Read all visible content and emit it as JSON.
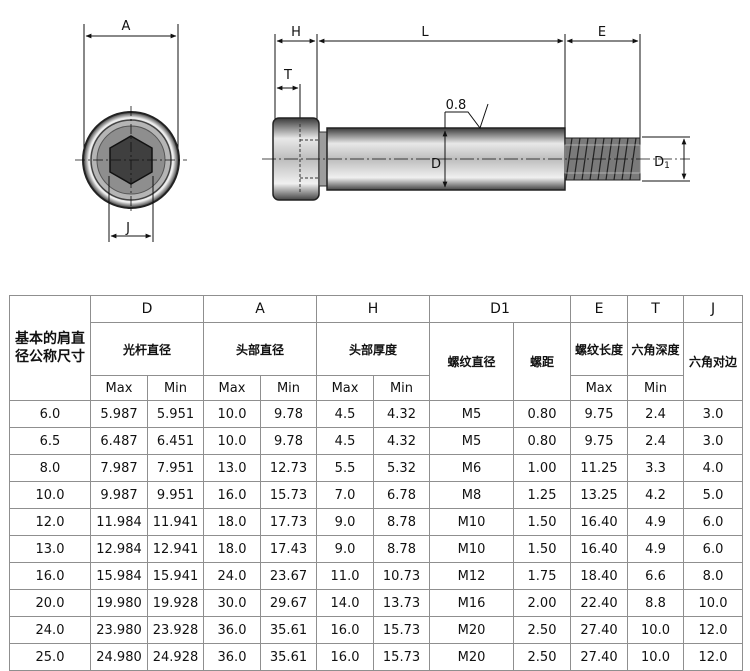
{
  "drawing": {
    "labels": {
      "A": "A",
      "J": "J",
      "H": "H",
      "L": "L",
      "E": "E",
      "T": "T",
      "D": "D",
      "D1": "D",
      "D1_sub": "1",
      "roughness": "0.8"
    }
  },
  "table": {
    "size_header": "基本的肩直径公称尺寸",
    "groups": [
      {
        "letter": "D",
        "name": "光杆直径",
        "sub": [
          "Max",
          "Min"
        ]
      },
      {
        "letter": "A",
        "name": "头部直径",
        "sub": [
          "Max",
          "Min"
        ]
      },
      {
        "letter": "H",
        "name": "头部厚度",
        "sub": [
          "Max",
          "Min"
        ]
      },
      {
        "letter": "D1",
        "names": [
          "螺纹直径",
          "螺距"
        ]
      },
      {
        "letter": "E",
        "name": "螺纹长度",
        "sub": [
          "Max"
        ]
      },
      {
        "letter": "T",
        "name": "六角深度",
        "sub": [
          "Min"
        ]
      },
      {
        "letter": "J",
        "name": "六角对边"
      }
    ],
    "rows": [
      [
        "6.0",
        "5.987",
        "5.951",
        "10.0",
        "9.78",
        "4.5",
        "4.32",
        "M5",
        "0.80",
        "9.75",
        "2.4",
        "3.0"
      ],
      [
        "6.5",
        "6.487",
        "6.451",
        "10.0",
        "9.78",
        "4.5",
        "4.32",
        "M5",
        "0.80",
        "9.75",
        "2.4",
        "3.0"
      ],
      [
        "8.0",
        "7.987",
        "7.951",
        "13.0",
        "12.73",
        "5.5",
        "5.32",
        "M6",
        "1.00",
        "11.25",
        "3.3",
        "4.0"
      ],
      [
        "10.0",
        "9.987",
        "9.951",
        "16.0",
        "15.73",
        "7.0",
        "6.78",
        "M8",
        "1.25",
        "13.25",
        "4.2",
        "5.0"
      ],
      [
        "12.0",
        "11.984",
        "11.941",
        "18.0",
        "17.73",
        "9.0",
        "8.78",
        "M10",
        "1.50",
        "16.40",
        "4.9",
        "6.0"
      ],
      [
        "13.0",
        "12.984",
        "12.941",
        "18.0",
        "17.43",
        "9.0",
        "8.78",
        "M10",
        "1.50",
        "16.40",
        "4.9",
        "6.0"
      ],
      [
        "16.0",
        "15.984",
        "15.941",
        "24.0",
        "23.67",
        "11.0",
        "10.73",
        "M12",
        "1.75",
        "18.40",
        "6.6",
        "8.0"
      ],
      [
        "20.0",
        "19.980",
        "19.928",
        "30.0",
        "29.67",
        "14.0",
        "13.73",
        "M16",
        "2.00",
        "22.40",
        "8.8",
        "10.0"
      ],
      [
        "24.0",
        "23.980",
        "23.928",
        "36.0",
        "35.61",
        "16.0",
        "15.73",
        "M20",
        "2.50",
        "27.40",
        "10.0",
        "12.0"
      ],
      [
        "25.0",
        "24.980",
        "24.928",
        "36.0",
        "35.61",
        "16.0",
        "15.73",
        "M20",
        "2.50",
        "27.40",
        "10.0",
        "12.0"
      ]
    ]
  }
}
